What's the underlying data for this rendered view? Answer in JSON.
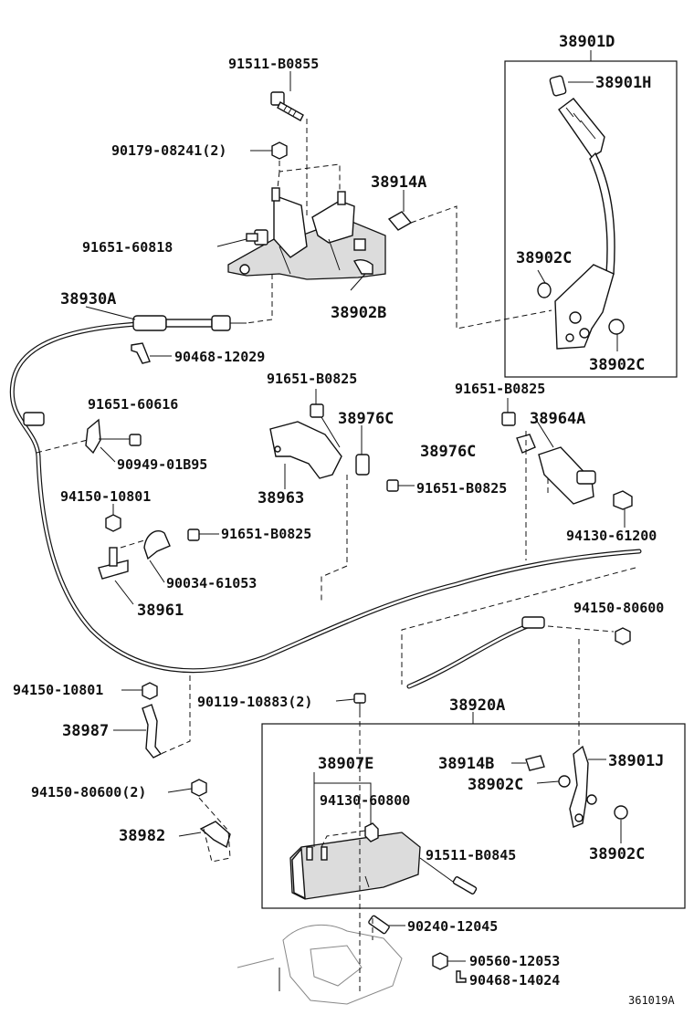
{
  "parts": {
    "p38901D": "38901D",
    "p38901H": "38901H",
    "p91511_B0855": "91511-B0855",
    "p90179_08241": "90179-08241(2)",
    "p38914A": "38914A",
    "p91651_60818": "91651-60818",
    "p38902C_upper": "38902C",
    "p38930A": "38930A",
    "p38902B": "38902B",
    "p38902C_upper2": "38902C",
    "p90468_12029": "90468-12029",
    "p91651_B0825_a": "91651-B0825",
    "p91651_B0825_b": "91651-B0825",
    "p91651_60616": "91651-60616",
    "p38976C_a": "38976C",
    "p38964A": "38964A",
    "p38976C_b": "38976C",
    "p90949_01B95": "90949-01B95",
    "p38963": "38963",
    "p91651_B0825_c": "91651-B0825",
    "p94150_10801_a": "94150-10801",
    "p91651_B0825_d": "91651-B0825",
    "p94130_61200": "94130-61200",
    "p90034_61053": "90034-61053",
    "p38961": "38961",
    "p94150_80600": "94150-80600",
    "p94150_10801_b": "94150-10801",
    "p90119_10883": "90119-10883(2)",
    "p38920A": "38920A",
    "p38987": "38987",
    "p38907E": "38907E",
    "p38914B": "38914B",
    "p38901J": "38901J",
    "p94150_80600_2": "94150-80600(2)",
    "p94130_60800": "94130-60800",
    "p38902C_lower": "38902C",
    "p38982": "38982",
    "p91511_B0845": "91511-B0845",
    "p38902C_lower2": "38902C",
    "p90240_12045": "90240-12045",
    "p90560_12053": "90560-12053",
    "p90468_14024": "90468-14024"
  },
  "figure_id": "361019A"
}
